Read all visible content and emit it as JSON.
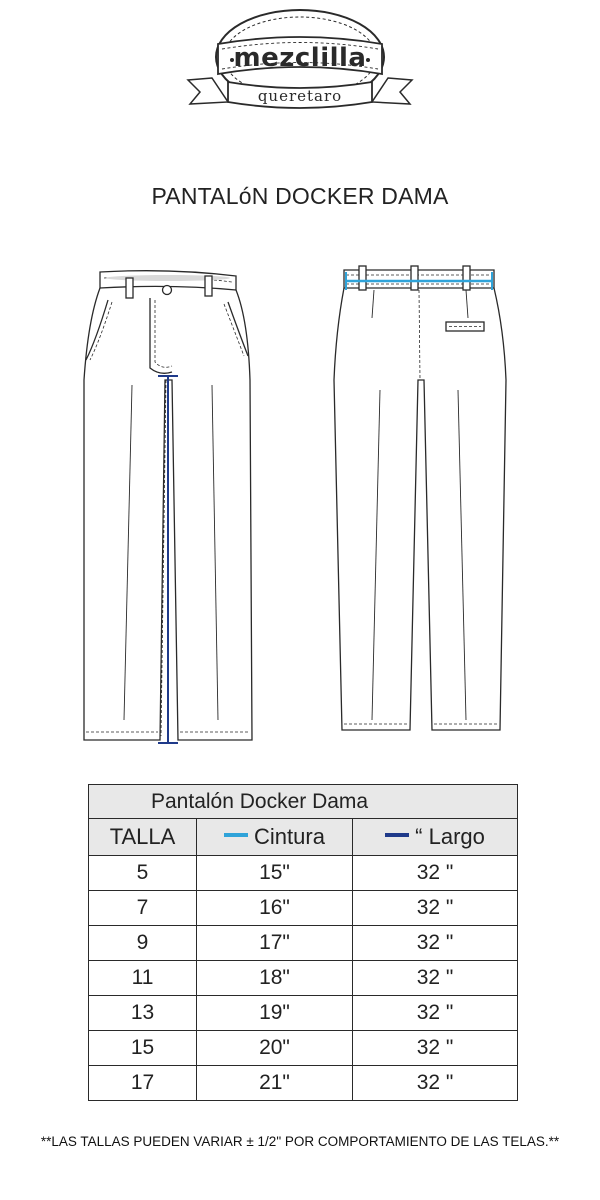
{
  "logo": {
    "name": "mezclilla",
    "city": "queretaro"
  },
  "title": "PANTALóN DOCKER DAMA",
  "colors": {
    "cintura": "#2fa3d9",
    "largo": "#1f3a8a"
  },
  "table": {
    "caption": "Pantalón Docker Dama",
    "headers": {
      "talla": "TALLA",
      "cintura": "Cintura",
      "largo": "“ Largo"
    },
    "rows": [
      {
        "talla": "5",
        "cintura": "15\"",
        "largo": "32 \""
      },
      {
        "talla": "7",
        "cintura": "16\"",
        "largo": "32 \""
      },
      {
        "talla": "9",
        "cintura": "17\"",
        "largo": "32 \""
      },
      {
        "talla": "11",
        "cintura": "18\"",
        "largo": "32 \""
      },
      {
        "talla": "13",
        "cintura": "19\"",
        "largo": "32 \""
      },
      {
        "talla": "15",
        "cintura": "20\"",
        "largo": "32 \""
      },
      {
        "talla": "17",
        "cintura": "21\"",
        "largo": "32 \""
      }
    ]
  },
  "note": "**LAS TALLAS PUEDEN VARIAR ± 1/2\" POR COMPORTAMIENTO DE LAS TELAS.**"
}
